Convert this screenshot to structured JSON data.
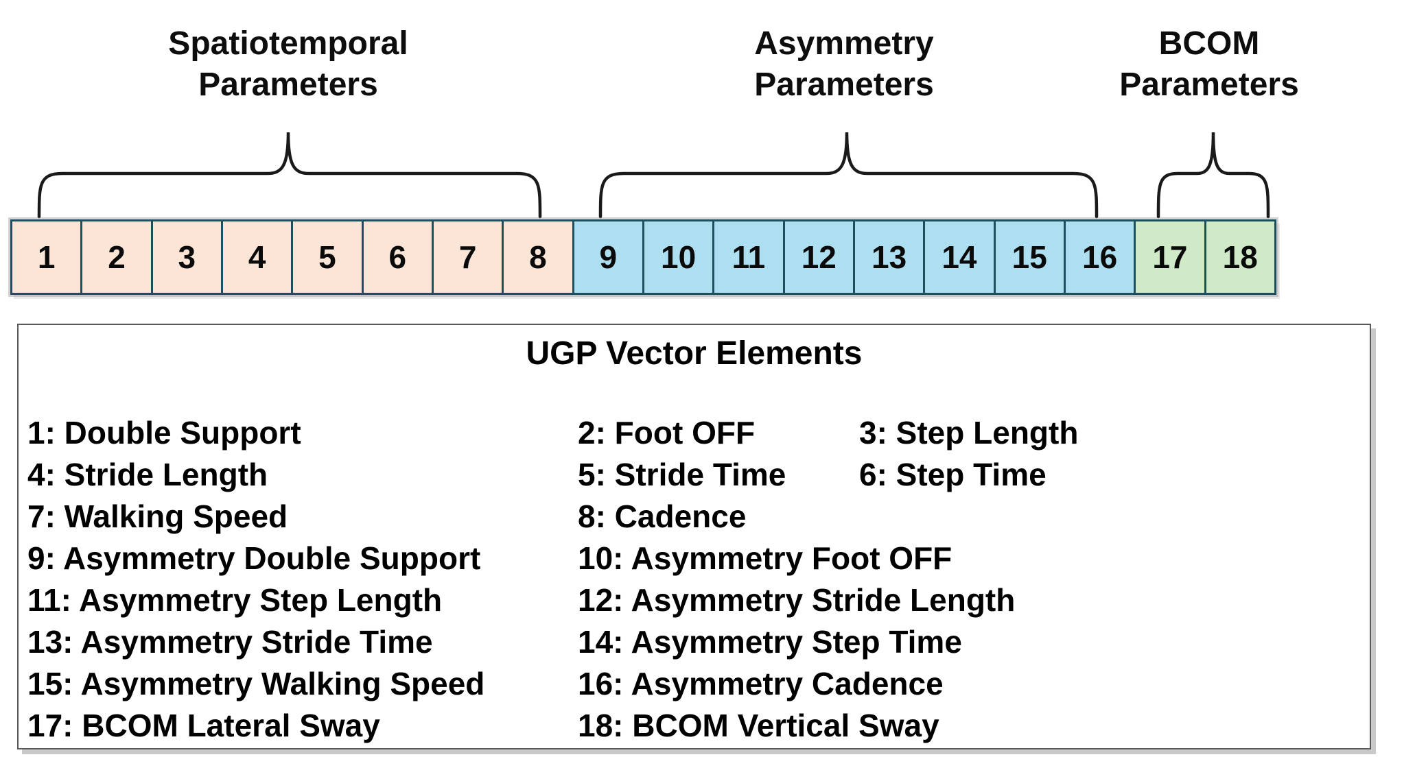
{
  "header_groups": [
    {
      "line1": "Spatiotemporal",
      "line2": "Parameters",
      "cells": "1-8"
    },
    {
      "line1": "Asymmetry",
      "line2": "Parameters",
      "cells": "9-16"
    },
    {
      "line1": "BCOM",
      "line2": "Parameters",
      "cells": "17-18"
    }
  ],
  "cells": [
    "1",
    "2",
    "3",
    "4",
    "5",
    "6",
    "7",
    "8",
    "9",
    "10",
    "11",
    "12",
    "13",
    "14",
    "15",
    "16",
    "17",
    "18"
  ],
  "legend": {
    "title": "UGP Vector Elements",
    "rows": [
      [
        "1: Double Support",
        "2: Foot OFF",
        "3: Step Length"
      ],
      [
        "4: Stride Length",
        "5: Stride Time",
        "6: Step Time"
      ],
      [
        "7: Walking Speed",
        "8: Cadence"
      ],
      [
        "9: Asymmetry Double Support",
        "10: Asymmetry Foot OFF"
      ],
      [
        "11: Asymmetry Step Length",
        "12: Asymmetry Stride Length"
      ],
      [
        "13: Asymmetry Stride Time",
        "14: Asymmetry Step Time"
      ],
      [
        "15: Asymmetry Walking Speed",
        "16: Asymmetry Cadence"
      ],
      [
        "17: BCOM Lateral Sway",
        "18: BCOM Vertical Sway"
      ]
    ]
  },
  "colors": {
    "peach": "#FBE5D6",
    "blue": "#AEDFF0",
    "green": "#D0EAC8",
    "cellBorder": "#1C505F",
    "braceColor": "#1a1a1a",
    "boxBorder": "#595959",
    "boxShadow": "#c9c9c9"
  }
}
